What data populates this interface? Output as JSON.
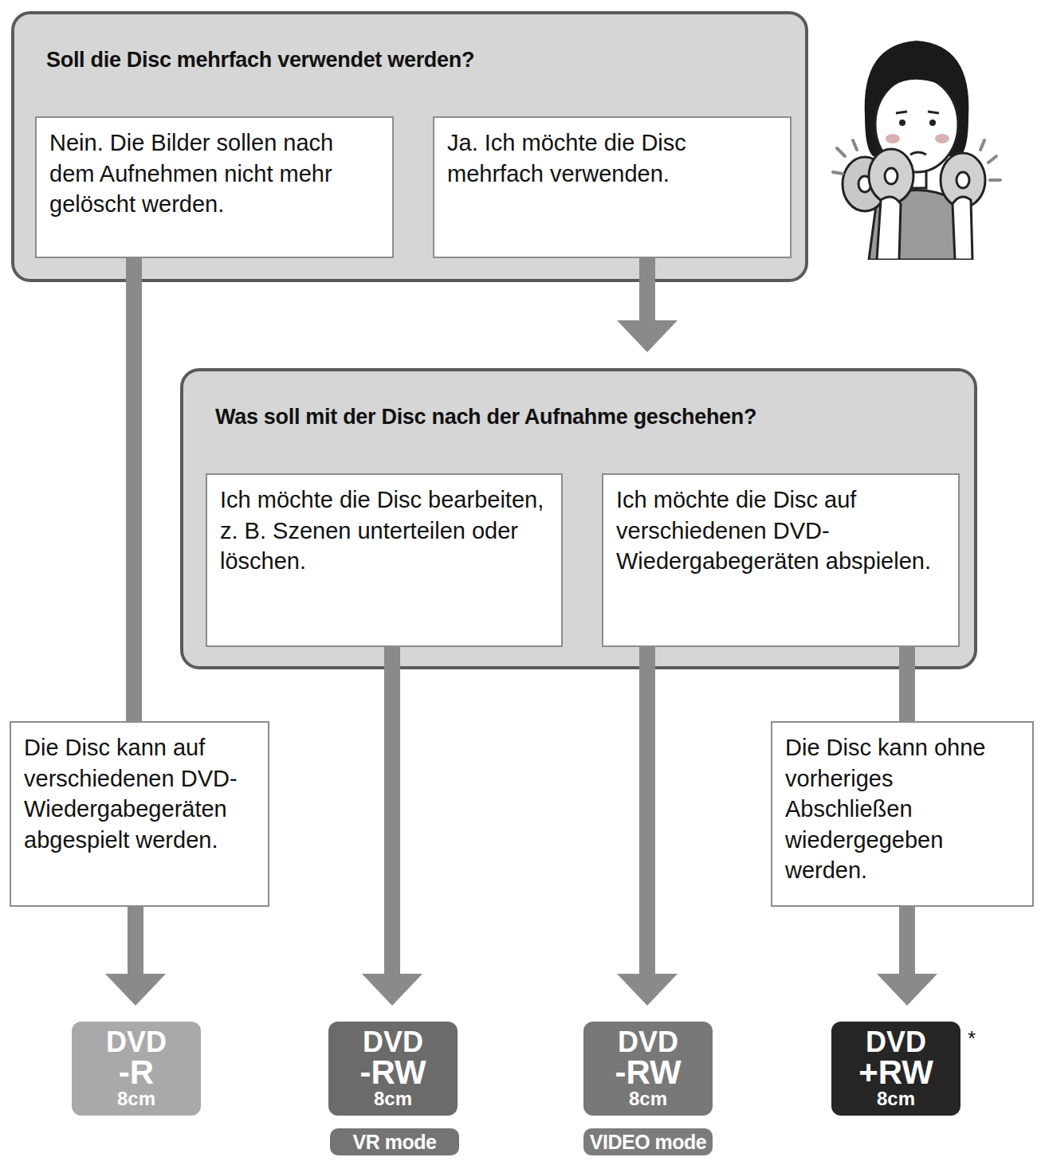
{
  "diagram": {
    "nodes": [
      {
        "text": [
          "Soll die Disc mehrfach verwendet werden?"
        ]
      },
      {
        "text": [
          "Nein. Die Bilder sollen nach dem Aufnehmen nicht mehr gelöscht werden."
        ],
        "in": 0
      },
      {
        "text": [
          "Ja. Ich möchte die Disc mehrfach verwenden."
        ],
        "in": 0
      },
      {
        "text": [
          "Was soll mit der Disc nach der Aufnahme geschehen?"
        ]
      },
      {
        "text": [
          "Ich möchte die Disc bearbeiten, z. B. Szenen unterteilen oder löschen."
        ],
        "in": 3
      },
      {
        "text": [
          "Ich möchte die Disc auf verschiedenen DVD-Wiedergabegeräten abspielen."
        ],
        "in": 3
      },
      {
        "text": [
          "Die Disc kann auf verschiedenen DVD-Wiedergabegeräten abgespielt werden."
        ]
      },
      {
        "text": [
          "Die Disc kann ohne vorheriges Abschließen wiedergegeben werden."
        ]
      },
      {
        "text": [
          "DVD",
          "-R",
          "8cm"
        ]
      },
      {
        "text": [
          "DVD",
          "-RW",
          "8cm"
        ]
      },
      {
        "text": [
          "VR mode"
        ]
      },
      {
        "text": [
          "DVD",
          "-RW",
          "8cm"
        ]
      },
      {
        "text": [
          "VIDEO mode"
        ]
      },
      {
        "text": [
          "DVD",
          "+RW",
          "8cm"
        ]
      }
    ],
    "edges": [
      {
        "from": 1,
        "to": 6,
        "arrow": "none"
      },
      {
        "from": 6,
        "to": 8,
        "arrow": "to"
      },
      {
        "from": 2,
        "to": 3,
        "arrow": "to"
      },
      {
        "from": 4,
        "to": 9,
        "arrow": "to"
      },
      {
        "from": 5,
        "to": 11,
        "arrow": "to"
      },
      {
        "from": 5,
        "to": 7,
        "arrow": "none"
      },
      {
        "from": 7,
        "to": 13,
        "arrow": "to"
      }
    ],
    "labels": [
      "*"
    ]
  }
}
